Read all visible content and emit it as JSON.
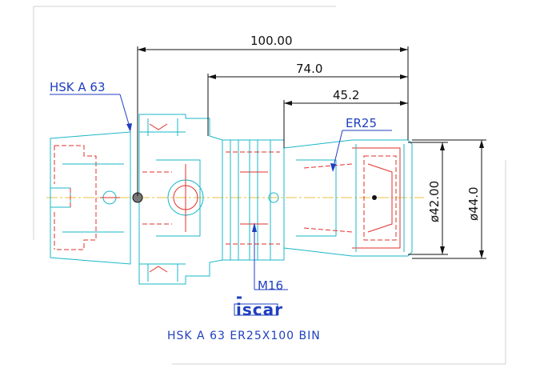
{
  "dimensions": {
    "overall_length": "100.00",
    "length_74": "74.0",
    "length_45": "45.2",
    "diameter_42": "ø42.00",
    "diameter_44": "ø44.0"
  },
  "callouts": {
    "shank": "HSK A 63",
    "collet": "ER25",
    "screw": "M16"
  },
  "logo": {
    "brand": "iscar"
  },
  "caption": "HSK A 63 ER25X100 BIN",
  "colors": {
    "outline": "#19b7c8",
    "hidden": "#e0302a",
    "dimension": "#111111",
    "callout": "#1f3fbf",
    "centerline": "#e8c040"
  }
}
